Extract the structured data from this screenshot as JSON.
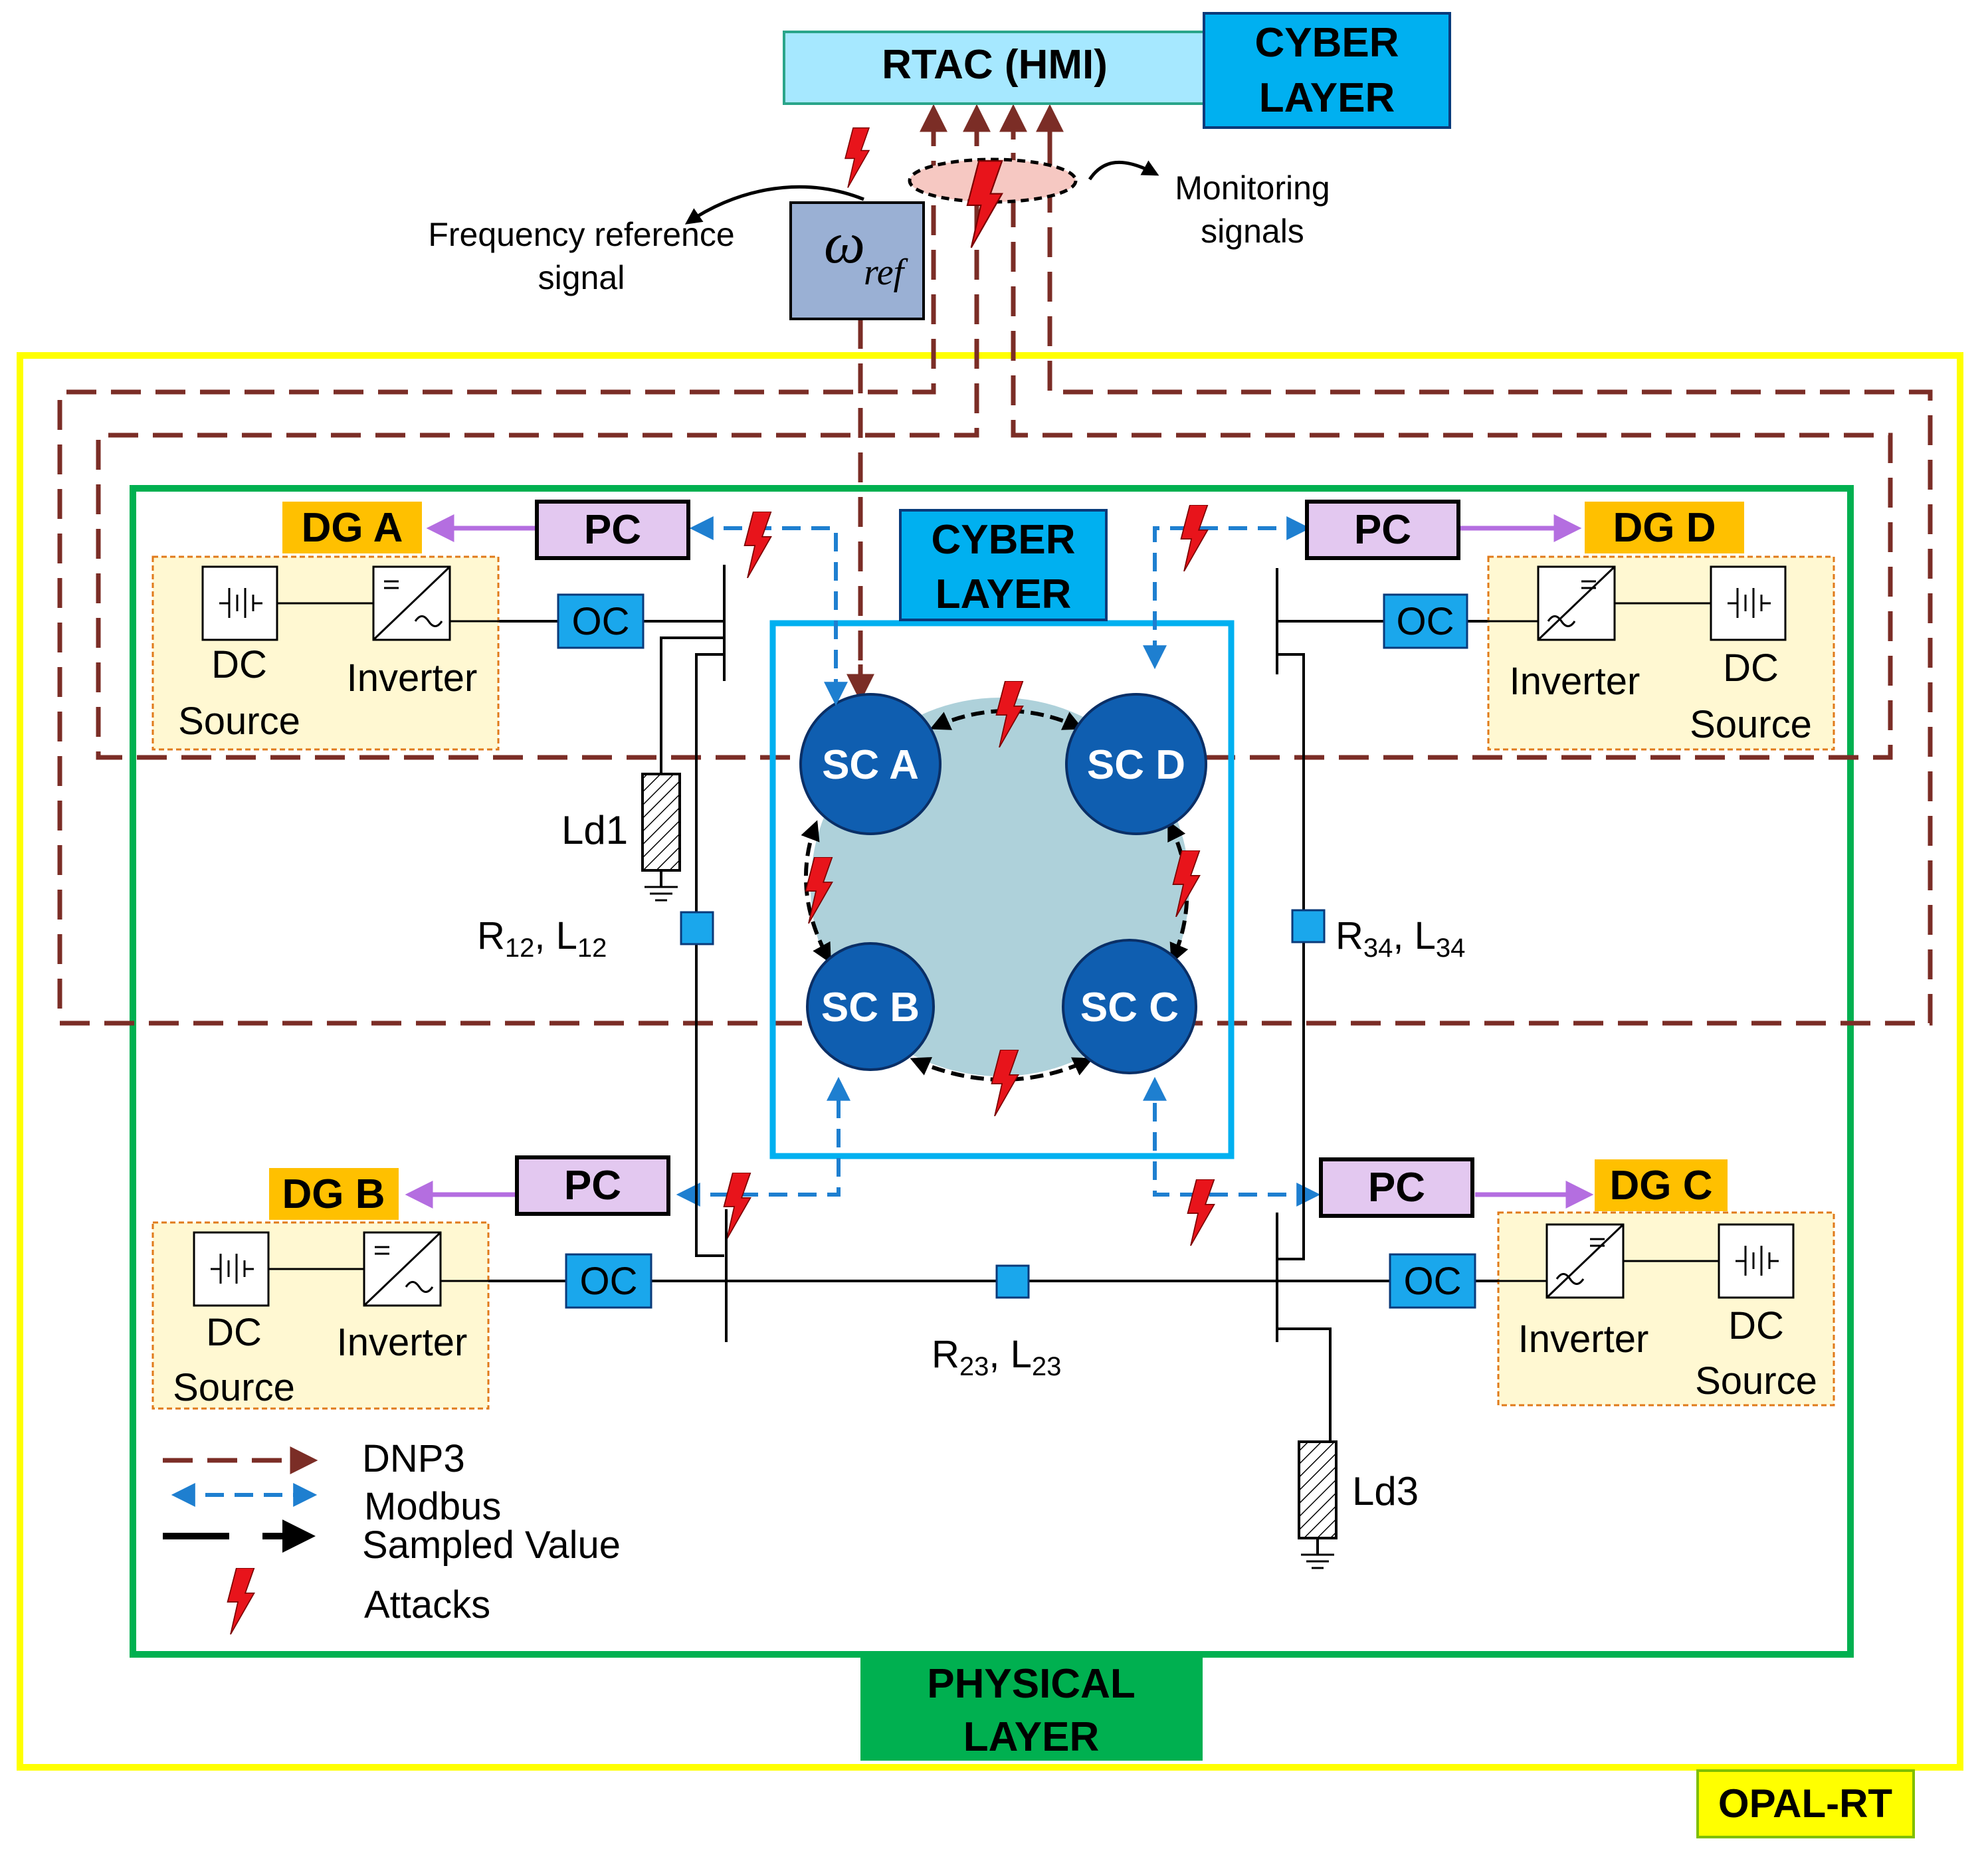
{
  "top": {
    "rtac_label": "RTAC (HMI)",
    "cyber_layer_line1": "CYBER",
    "cyber_layer_line2": "LAYER",
    "freq_ref_line1": "Frequency reference",
    "freq_ref_line2": "signal",
    "omega_symbol": "ω",
    "omega_sub": "ref",
    "monitoring_line1": "Monitoring",
    "monitoring_line2": "signals"
  },
  "center": {
    "cyber_layer_line1": "CYBER",
    "cyber_layer_line2": "LAYER",
    "sc_a": "SC A",
    "sc_b": "SC B",
    "sc_c": "SC C",
    "sc_d": "SC D"
  },
  "units": {
    "pc_label": "PC",
    "oc_label": "OC",
    "inverter_label": "Inverter",
    "dc_line1": "DC",
    "dc_line2": "Source",
    "dg_a": "DG A",
    "dg_b": "DG B",
    "dg_c": "DG C",
    "dg_d": "DG D"
  },
  "lines": {
    "r12": "R",
    "r12_sub": "12",
    "l12": ", L",
    "l12_sub": "12",
    "r34": "R",
    "r34_sub": "34",
    "l34": ", L",
    "l34_sub": "34",
    "r23": "R",
    "r23_sub": "23",
    "l23": ", L",
    "l23_sub": "23",
    "ld1": "Ld1",
    "ld3": "Ld3"
  },
  "legend": {
    "dnp3": "DNP3",
    "modbus": "Modbus",
    "sampled": "Sampled Value",
    "attacks": "Attacks"
  },
  "layers": {
    "physical_line1": "PHYSICAL",
    "physical_line2": "LAYER",
    "opal": "OPAL-RT"
  },
  "colors": {
    "dnp3": "#7b2d26",
    "modbus": "#1e7fd0",
    "sampled": "#000000",
    "attack": "#e8141b",
    "opal_border": "#ffff00",
    "physical_border": "#00b050",
    "cyber_box": "#00b0f0",
    "rtac_fill": "#a6e8ff",
    "sc_fill": "#0f5eb0",
    "dg_fill": "#ffc000",
    "pc_fill": "#e3c8f0",
    "oc_fill": "#1aa7ec",
    "unit_fill": "#fff8d2",
    "pc_arrow": "#b46ee0",
    "omega_fill": "#9ab0d4"
  }
}
